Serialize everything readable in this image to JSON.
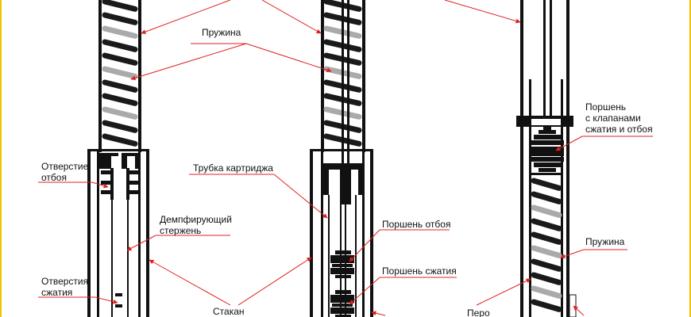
{
  "labels": {
    "spring_top": "Пружина",
    "rebound_hole": "Отверстие\nотбоя",
    "cartridge_tube": "Трубка картриджа",
    "damping_rod": "Демпфирующий\nстержень",
    "compression_holes": "Отверстия\nсжатия",
    "cup": "Стакан",
    "rebound_piston": "Поршень отбоя",
    "compression_piston": "Поршень сжатия",
    "valve_piston": "Поршень\nс клапанами\nсжатия и отбоя",
    "spring_right": "Пружина",
    "fork_leg": "Перо"
  },
  "colors": {
    "annotation": "#e02020",
    "line": "#111111",
    "spring_main": "#1a1a1a",
    "spring_shade": "#aaaaaa",
    "frame": "#f2c200"
  }
}
